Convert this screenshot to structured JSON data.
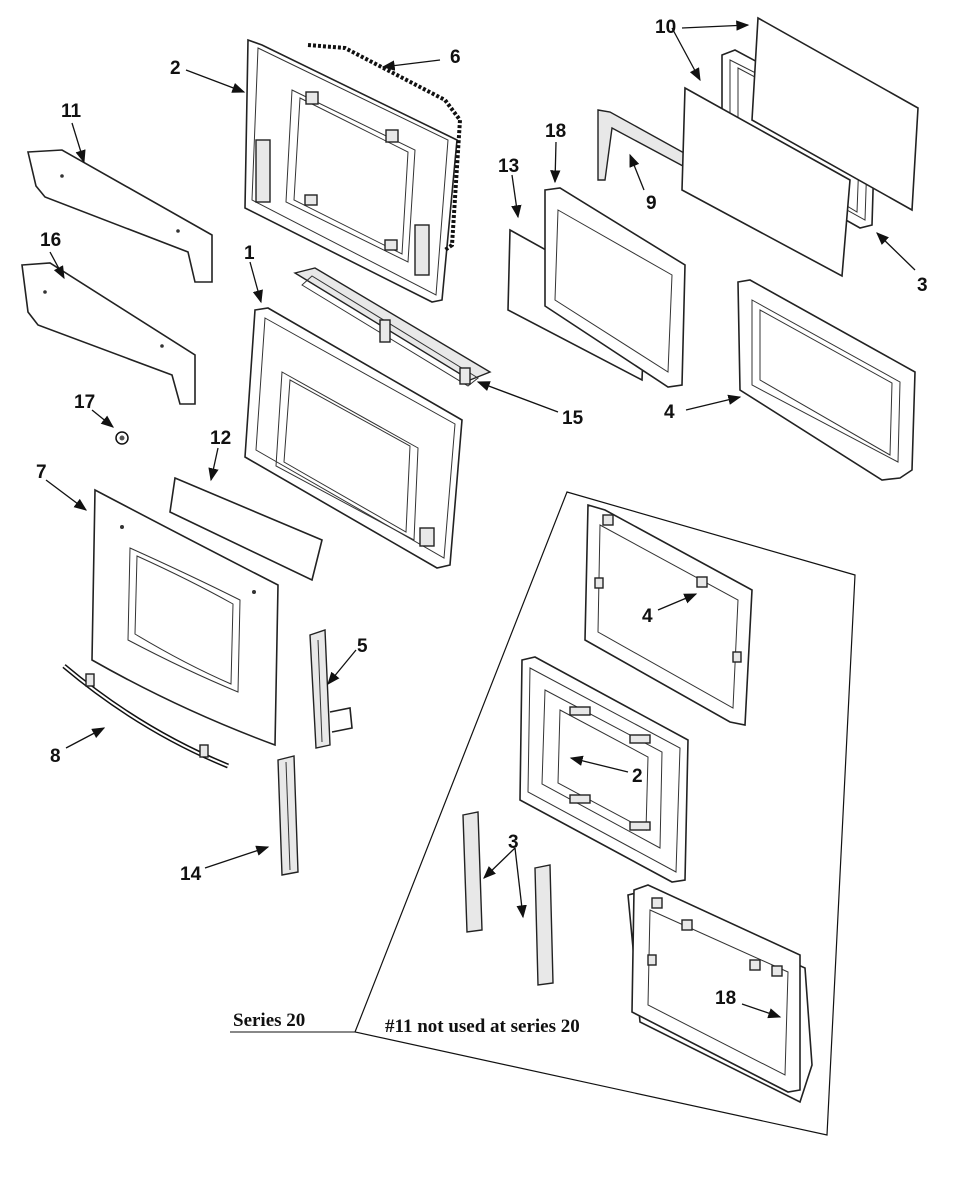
{
  "diagram": {
    "labels": {
      "p1": "1",
      "p2": "2",
      "p3": "3",
      "p4": "4",
      "p5": "5",
      "p6": "6",
      "p7": "7",
      "p8": "8",
      "p9": "9",
      "p10": "10",
      "p11": "11",
      "p12": "12",
      "p13": "13",
      "p14": "14",
      "p15": "15",
      "p16": "16",
      "p17": "17",
      "p18": "18"
    },
    "inset": {
      "title": "Series 20",
      "note": "#11 not used at series 20",
      "labels": {
        "i4": "4",
        "i2": "2",
        "i3": "3",
        "i18": "18"
      }
    }
  }
}
